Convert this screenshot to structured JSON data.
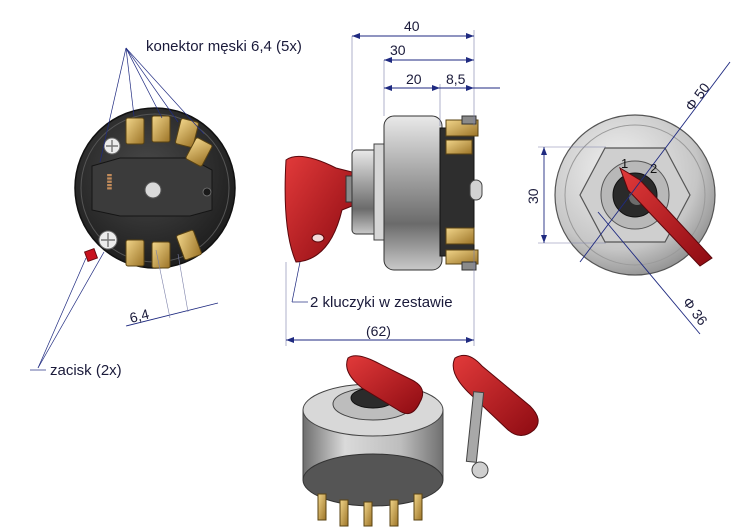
{
  "labels": {
    "connector": "konektor męski 6,4 (5x)",
    "clamp": "zacisk (2x)",
    "keys": "2 kluczyki w zestawie"
  },
  "dimensions": {
    "d40": "40",
    "d30_top": "30",
    "d20": "20",
    "d8_5": "8,5",
    "d62": "(62)",
    "d6_4": "6,4",
    "d30_side": "30",
    "phi50": "Φ 50",
    "phi36": "Φ 36"
  },
  "face_marks": {
    "pos1": "1",
    "pos2": "2"
  },
  "colors": {
    "key_red": "#c8121e",
    "body_dark": "#2b2b2b",
    "brass": "#c79a3c",
    "dim_blue": "#1f2a80"
  }
}
